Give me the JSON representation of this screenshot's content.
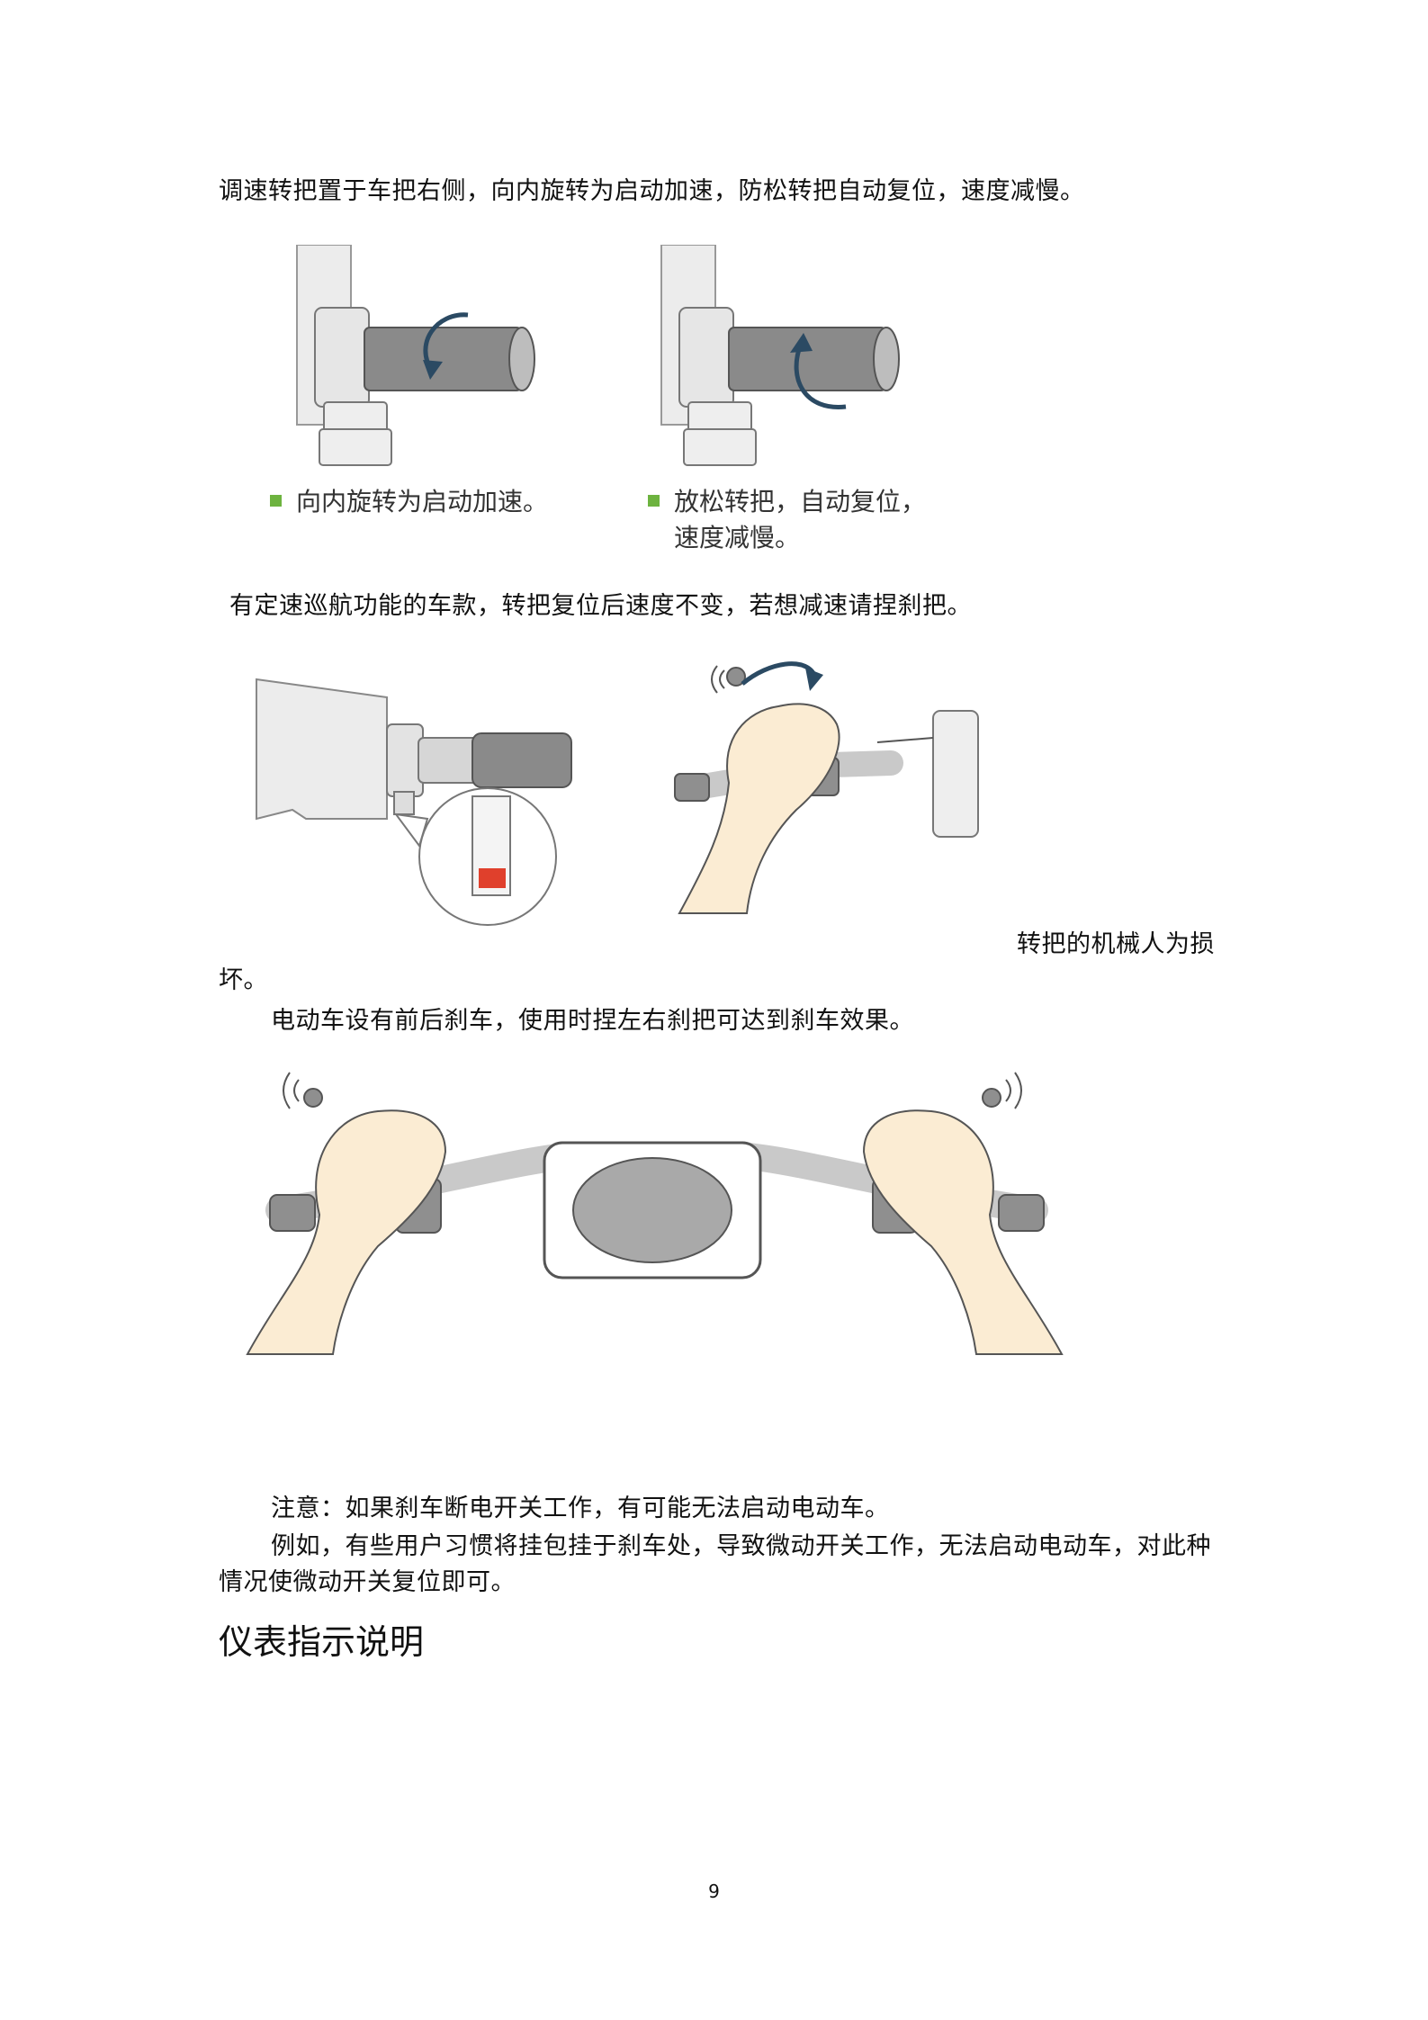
{
  "paragraphs": {
    "p1": "调速转把置于车把右侧，向内旋转为启动加速，防松转把自动复位，速度减慢。",
    "p2": "有定速巡航功能的车款，转把复位后速度不变，若想减速请捏刹把。",
    "p3_line1": "转把的机械人为损",
    "p3_line2": "坏。",
    "p4": "电动车设有前后刹车，使用时捏左右刹把可达到刹车效果。",
    "p5": "注意：如果刹车断电开关工作，有可能无法启动电动车。",
    "p6_line1": "例如，有些用户习惯将挂包挂于刹车处，导致微动开关工作，无法启动电动车，对此种",
    "p6_line2": "情况使微动开关复位即可。"
  },
  "captions": {
    "c1": "向内旋转为启动加速。",
    "c2_line1": "放松转把，自动复位，",
    "c2_line2": "速度减慢。"
  },
  "section_heading": "仪表指示说明",
  "page_number": "9",
  "colors": {
    "bullet": "#6db33f",
    "red_indicator": "#e0402c",
    "skin": "#fbecd3"
  }
}
